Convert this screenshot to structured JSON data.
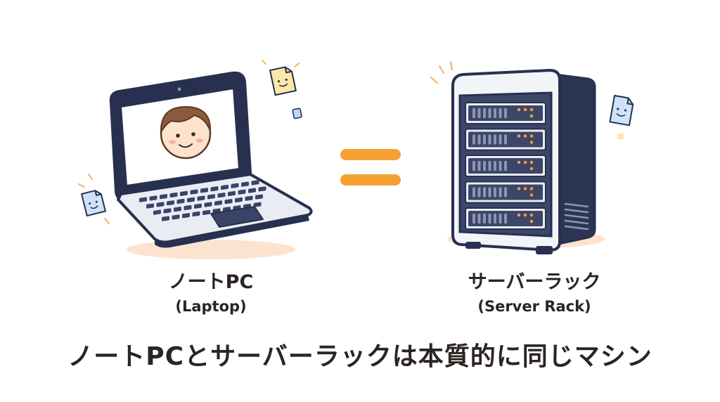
{
  "laptop": {
    "name": "ノートPC",
    "subtitle": "(Laptop)"
  },
  "server": {
    "name": "サーバーラック",
    "subtitle": "(Server Rack)"
  },
  "caption": "ノートPCとサーバーラックは本質的に同じマシン",
  "colors": {
    "outline": "#27304f",
    "screen_fill": "#ffffff",
    "laptop_body": "#e9ecf3",
    "keys": "#3b4466",
    "equals": "#f5a032",
    "shadow": "#fbe3d0",
    "server_front": "#3c4669",
    "server_side": "#2d3554",
    "led": "#f5a032",
    "text": "#2b2422"
  },
  "icons": [
    "laptop-icon",
    "smiling-face-icon",
    "equals-sign-icon",
    "server-rack-icon",
    "document-face-icon"
  ]
}
